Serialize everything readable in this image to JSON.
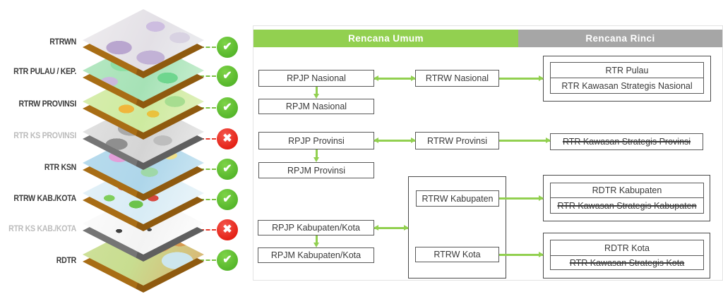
{
  "left_stack": {
    "layers": [
      {
        "label": "RTRWN",
        "status": "valid",
        "glyph": "✔"
      },
      {
        "label": "RTR PULAU / KEP.",
        "status": "valid",
        "glyph": "✔"
      },
      {
        "label": "RTRW PROVINSI",
        "status": "valid",
        "glyph": "✔"
      },
      {
        "label": "RTR KS PROVINSI",
        "status": "revoked",
        "glyph": "✖"
      },
      {
        "label": "RTR KSN",
        "status": "valid",
        "glyph": "✔"
      },
      {
        "label": "RTRW KAB./KOTA",
        "status": "valid",
        "glyph": "✔"
      },
      {
        "label": "RTR KS KAB./KOTA",
        "status": "revoked",
        "glyph": "✖"
      },
      {
        "label": "RDTR",
        "status": "valid",
        "glyph": "✔"
      }
    ]
  },
  "flowchart": {
    "header": {
      "umum": "Rencana Umum",
      "rinci": "Rencana Rinci"
    },
    "boxes": {
      "rpjp_nasional": "RPJP Nasional",
      "rpjm_nasional": "RPJM Nasional",
      "rtrw_nasional": "RTRW Nasional",
      "rtr_pulau": "RTR Pulau",
      "rtr_ks_nasional": "RTR Kawasan Strategis Nasional",
      "rpjp_provinsi": "RPJP Provinsi",
      "rpjm_provinsi": "RPJM Provinsi",
      "rtrw_provinsi": "RTRW Provinsi",
      "rtr_ks_provinsi": "RTR Kawasan Strategis Provinsi",
      "rpjp_kabkota": "RPJP Kabupaten/Kota",
      "rpjm_kabkota": "RPJM Kabupaten/Kota",
      "rtrw_kabupaten": "RTRW Kabupaten",
      "rtrw_kota": "RTRW Kota",
      "rdtr_kabupaten": "RDTR Kabupaten",
      "rtr_ks_kabupaten": "RTR Kawasan Strategis Kabupaten",
      "rdtr_kota": "RDTR Kota",
      "rtr_ks_kota": "RTR Kawasan Strategis Kota"
    }
  },
  "colors": {
    "accent_green": "#92d050",
    "header_gray": "#a6a6a6",
    "check_green": "#54b52a",
    "cross_red": "#e31f13",
    "box_border": "#595959"
  }
}
